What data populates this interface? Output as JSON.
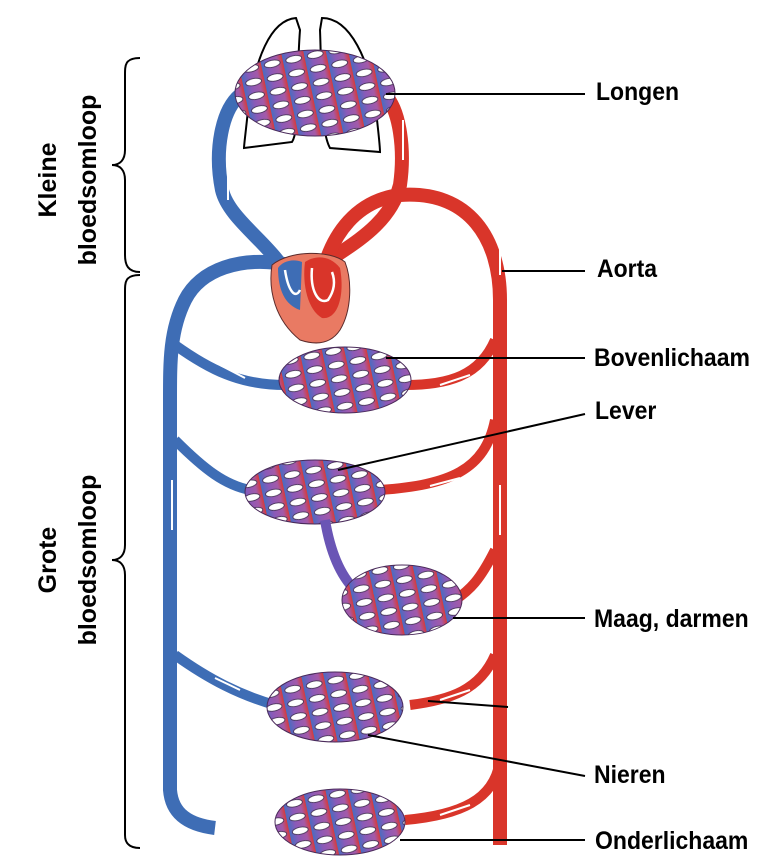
{
  "title": "Bloedsomloop",
  "colors": {
    "artery": "#d9352a",
    "vein": "#3e6db5",
    "capillary": "#9b5bb5",
    "heart": "#e97a63",
    "outline": "#000000"
  },
  "circuits": {
    "small": {
      "line1": "Kleine",
      "line2": "bloedsomloop"
    },
    "large": {
      "line1": "Grote",
      "line2": "bloedsomloop"
    }
  },
  "labels": {
    "lungs": "Longen",
    "aorta": "Aorta",
    "upper_body": "Bovenlichaam",
    "liver": "Lever",
    "stomach_intestines": "Maag, darmen",
    "kidneys": "Nieren",
    "lower_body": "Onderlichaam"
  }
}
